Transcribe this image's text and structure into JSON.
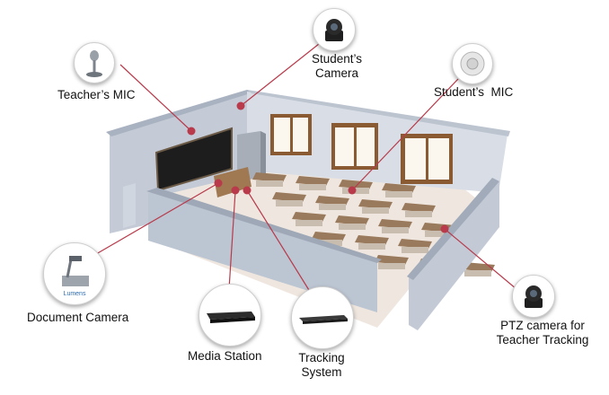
{
  "colors": {
    "accent": "#b83a4b",
    "wall": "#b7c0cd",
    "floor": "#efe7df",
    "desk": "#9a7a5c"
  },
  "labels": {
    "teacher_mic": "Teacher’s MIC",
    "student_camera_1": "Student’s",
    "student_camera_2": "Camera",
    "student_mic": "Student’s  MIC",
    "document_camera": "Document Camera",
    "media_station": "Media Station",
    "tracking_1": "Tracking",
    "tracking_2": "System",
    "ptz_1": "PTZ camera for",
    "ptz_2": "Teacher Tracking",
    "doc_cam_brand": "Lumens"
  },
  "icons": [
    "microphone-icon",
    "dome-camera-icon",
    "ceiling-mic-icon",
    "document-camera-icon",
    "media-station-icon",
    "tracking-system-icon",
    "ptz-camera-icon"
  ]
}
